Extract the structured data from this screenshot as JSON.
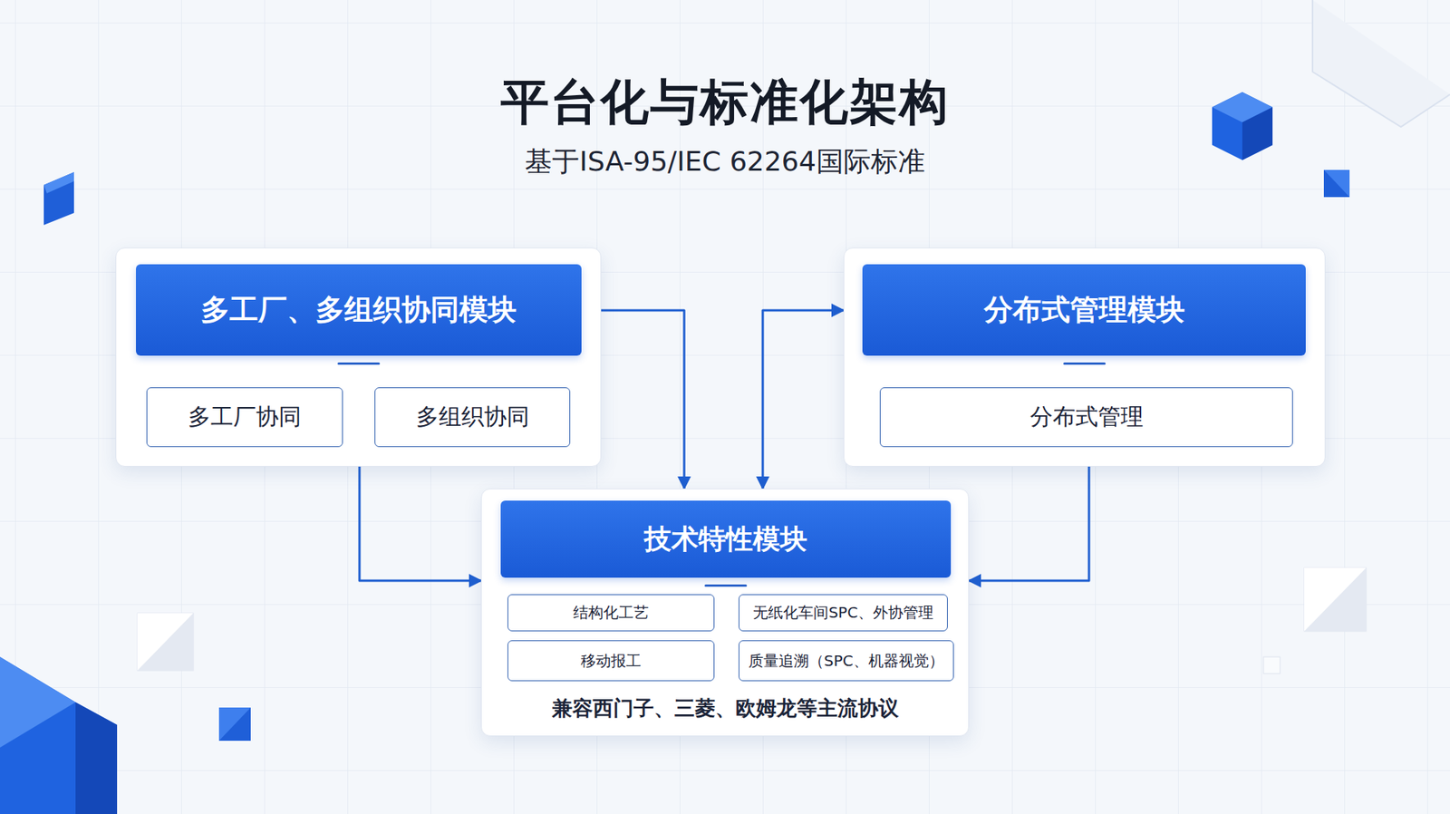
{
  "diagram": {
    "title": "平台化与标准化架构",
    "nodes": [
      {
        "text": [
          "多工厂、多组织协同模块"
        ]
      },
      {
        "text": [
          "多工厂协同"
        ],
        "in": 0
      },
      {
        "text": [
          "多组织协同"
        ],
        "in": 0
      },
      {
        "text": [
          "分布式管理模块"
        ]
      },
      {
        "text": [
          "分布式管理"
        ],
        "in": 3
      },
      {
        "text": [
          "技术特性模块",
          "兼容西门子、三菱、欧姆龙等主流协议"
        ]
      },
      {
        "text": [
          "结构化工艺"
        ],
        "in": 5
      },
      {
        "text": [
          "无纸化车间SPC、外协管理"
        ],
        "in": 5
      },
      {
        "text": [
          "移动报工"
        ],
        "in": 5
      },
      {
        "text": [
          "质量追溯（SPC、机器视觉）"
        ],
        "in": 5
      }
    ],
    "edges": [
      {
        "from": 0,
        "to": 5,
        "arrow": "to"
      },
      {
        "from": 5,
        "to": 3,
        "arrow": "both"
      },
      {
        "from": 0,
        "to": 5,
        "arrow": "to"
      },
      {
        "from": 3,
        "to": 5,
        "arrow": "to"
      }
    ],
    "labels": [
      "基于ISA-95/IEC 62264国际标准"
    ]
  }
}
